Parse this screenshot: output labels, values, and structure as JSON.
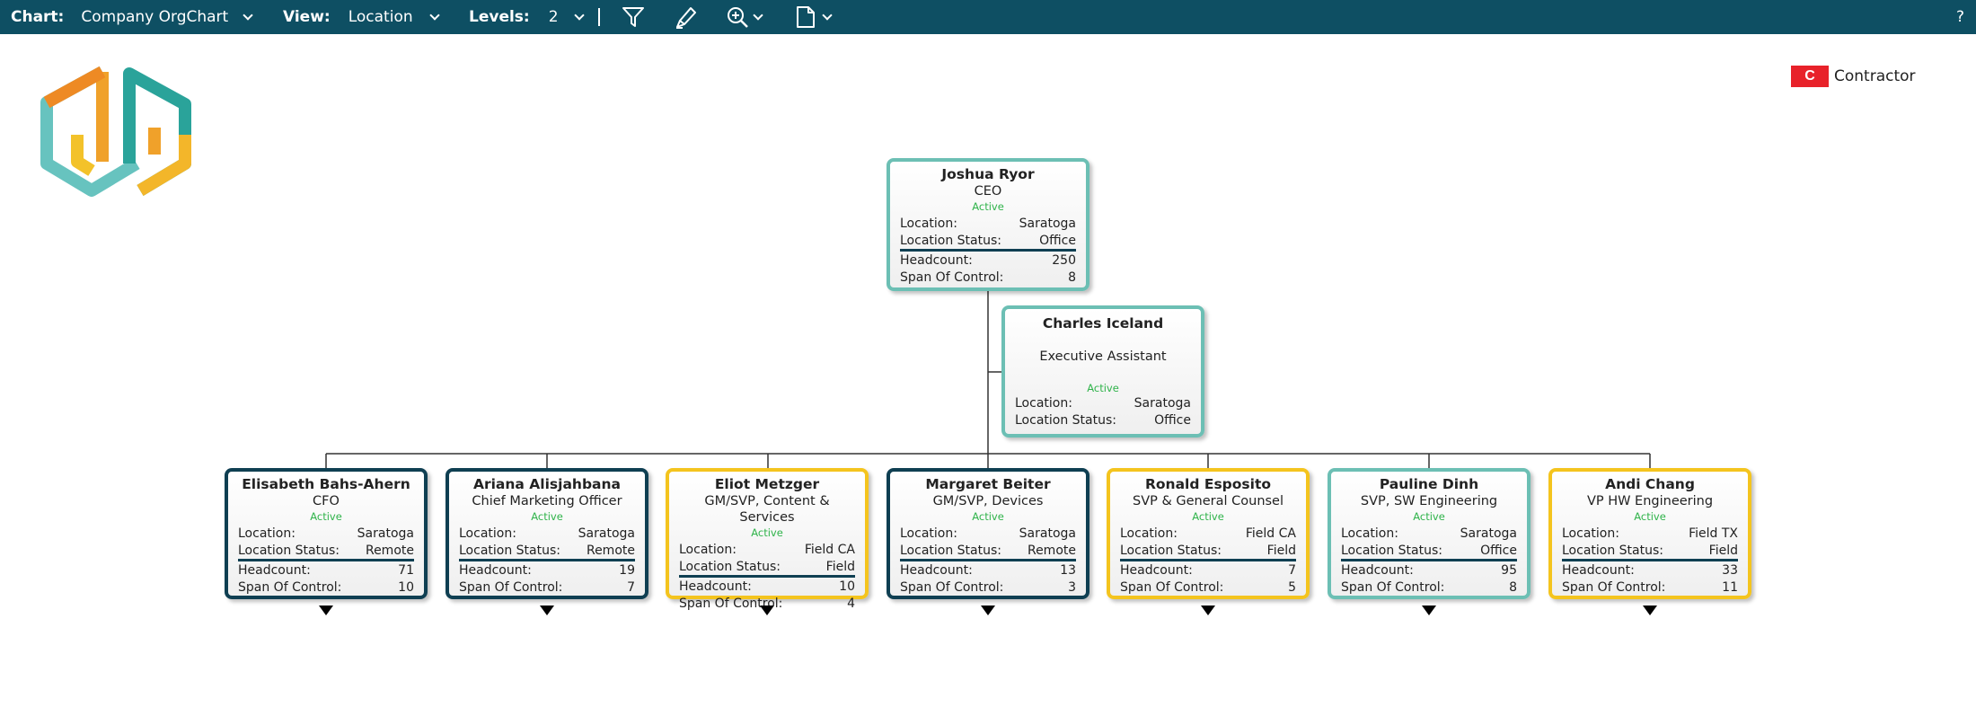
{
  "toolbar": {
    "chart_label": "Chart:",
    "chart_value": "Company OrgChart",
    "view_label": "View:",
    "view_value": "Location",
    "levels_label": "Levels:",
    "levels_value": "2",
    "help": "?"
  },
  "legend": {
    "swatch": "C",
    "label": "Contractor"
  },
  "labels": {
    "location": "Location:",
    "location_status": "Location Status:",
    "headcount": "Headcount:",
    "span": "Span Of Control:"
  },
  "colors": {
    "toolbar": "#0e4f63",
    "teal": "#6cbfb4",
    "navy": "#0f3f52",
    "yellow": "#f4c41e",
    "active": "#2fb34a",
    "contractor": "#e8222a"
  },
  "ceo": {
    "name": "Joshua Ryor",
    "title": "CEO",
    "status": "Active",
    "location": "Saratoga",
    "location_status": "Office",
    "headcount": "250",
    "span": "8"
  },
  "assistant": {
    "name": "Charles Iceland",
    "title": "Executive Assistant",
    "status": "Active",
    "location": "Saratoga",
    "location_status": "Office"
  },
  "reports": [
    {
      "name": "Elisabeth Bahs-Ahern",
      "title": "CFO",
      "status": "Active",
      "location": "Saratoga",
      "location_status": "Remote",
      "headcount": "71",
      "span": "10"
    },
    {
      "name": "Ariana Alisjahbana",
      "title": "Chief Marketing Officer",
      "status": "Active",
      "location": "Saratoga",
      "location_status": "Remote",
      "headcount": "19",
      "span": "7"
    },
    {
      "name": "Eliot Metzger",
      "title": "GM/SVP, Content & Services",
      "status": "Active",
      "location": "Field CA",
      "location_status": "Field",
      "headcount": "10",
      "span": "4"
    },
    {
      "name": "Margaret Beiter",
      "title": "GM/SVP, Devices",
      "status": "Active",
      "location": "Saratoga",
      "location_status": "Remote",
      "headcount": "13",
      "span": "3"
    },
    {
      "name": "Ronald Esposito",
      "title": "SVP & General Counsel",
      "status": "Active",
      "location": "Field CA",
      "location_status": "Field",
      "headcount": "7",
      "span": "5"
    },
    {
      "name": "Pauline Dinh",
      "title": "SVP, SW Engineering",
      "status": "Active",
      "location": "Saratoga",
      "location_status": "Office",
      "headcount": "95",
      "span": "8"
    },
    {
      "name": "Andi Chang",
      "title": "VP HW Engineering",
      "status": "Active",
      "location": "Field TX",
      "location_status": "Field",
      "headcount": "33",
      "span": "11"
    }
  ]
}
